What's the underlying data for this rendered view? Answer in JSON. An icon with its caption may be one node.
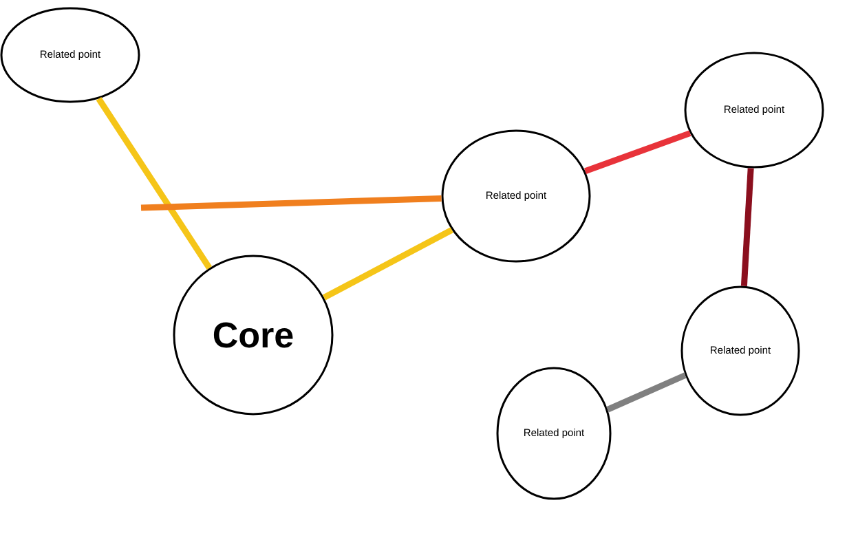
{
  "diagram": {
    "nodes": [
      {
        "text": [
          "Related point"
        ]
      },
      {
        "text": [
          "Core"
        ]
      },
      {
        "text": [
          "Related point"
        ]
      },
      {
        "text": [
          "Related point"
        ]
      },
      {
        "text": [
          "Related point"
        ]
      },
      {
        "text": [
          "Related point"
        ]
      }
    ],
    "edges": [
      {
        "from": 0,
        "to": 1,
        "arrow": "none",
        "color": "#f5c518"
      },
      {
        "from": null,
        "to": 2,
        "arrow": "none",
        "color": "#f07f1e"
      },
      {
        "from": 1,
        "to": 2,
        "arrow": "none",
        "color": "#f5c518"
      },
      {
        "from": 2,
        "to": 3,
        "arrow": "none",
        "color": "#e8333a"
      },
      {
        "from": 3,
        "to": 4,
        "arrow": "none",
        "color": "#8b0f1e"
      },
      {
        "from": 4,
        "to": 5,
        "arrow": "none",
        "color": "#808080"
      }
    ]
  }
}
